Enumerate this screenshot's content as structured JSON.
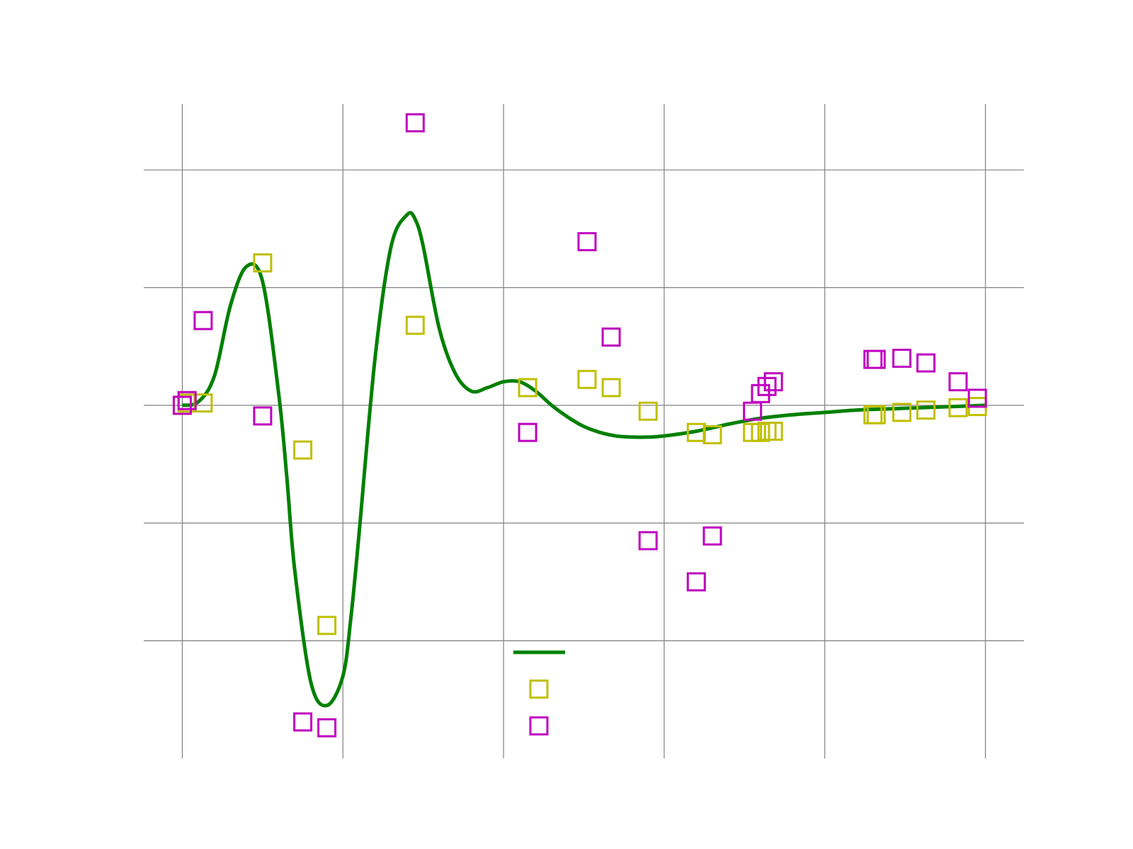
{
  "chart_data": {
    "type": "scatter",
    "title": "",
    "xlabel": "",
    "ylabel": "",
    "xlim": [
      -0.24,
      5.24
    ],
    "ylim": [
      -3.0,
      2.56
    ],
    "x_gridlines": [
      0,
      1,
      2,
      3,
      4,
      5
    ],
    "y_gridlines": [
      -2,
      -1,
      0,
      1,
      2
    ],
    "grid": true,
    "legend_placement": "bottom-center",
    "colors": {
      "curve": "#008000",
      "sample": "#bfbf00",
      "noisy": "#bf00bf",
      "grid": "#808080",
      "background": "#ffffff"
    },
    "series": [
      {
        "kind": "line",
        "x": [
          0.0,
          0.1,
          0.2,
          0.3,
          0.4,
          0.5,
          0.6,
          0.65,
          0.7,
          0.8,
          0.9,
          1.0,
          1.05,
          1.1,
          1.2,
          1.3,
          1.4,
          1.45,
          1.5,
          1.6,
          1.7,
          1.8,
          1.9,
          2.0,
          2.1,
          2.2,
          2.3,
          2.4,
          2.5,
          2.6,
          2.7,
          2.8,
          2.9,
          3.0,
          3.2,
          3.4,
          3.6,
          3.8,
          4.0,
          4.2,
          4.4,
          4.6,
          4.8,
          5.0
        ],
        "y": [
          0.0,
          0.03,
          0.25,
          0.85,
          1.18,
          1.05,
          0.1,
          -0.6,
          -1.4,
          -2.35,
          -2.55,
          -2.3,
          -1.8,
          -1.1,
          0.4,
          1.35,
          1.62,
          1.58,
          1.35,
          0.65,
          0.27,
          0.12,
          0.15,
          0.2,
          0.2,
          0.12,
          0.0,
          -0.1,
          -0.18,
          -0.23,
          -0.26,
          -0.27,
          -0.27,
          -0.26,
          -0.22,
          -0.16,
          -0.11,
          -0.08,
          -0.06,
          -0.04,
          -0.03,
          -0.02,
          -0.01,
          0.0
        ]
      },
      {
        "kind": "markers",
        "x": [
          0.0,
          0.03,
          0.13,
          0.5,
          0.75,
          0.9,
          1.45,
          2.15,
          2.52,
          2.67,
          2.9,
          3.2,
          3.3,
          3.55,
          3.6,
          3.64,
          3.68,
          4.3,
          4.32,
          4.48,
          4.63,
          4.83,
          4.95
        ],
        "y": [
          0.0,
          0.02,
          0.02,
          1.21,
          -0.38,
          -1.87,
          0.68,
          0.15,
          0.22,
          0.15,
          -0.05,
          -0.23,
          -0.25,
          -0.23,
          -0.23,
          -0.22,
          -0.22,
          -0.08,
          -0.08,
          -0.06,
          -0.04,
          -0.02,
          -0.01
        ]
      },
      {
        "kind": "markers",
        "x": [
          0.0,
          0.03,
          0.13,
          0.5,
          0.75,
          0.9,
          1.45,
          2.15,
          2.52,
          2.67,
          2.9,
          3.2,
          3.3,
          3.55,
          3.6,
          3.64,
          3.68,
          4.3,
          4.32,
          4.48,
          4.63,
          4.83,
          4.95
        ],
        "y": [
          0.0,
          0.04,
          0.72,
          -0.09,
          -2.69,
          -2.74,
          2.4,
          -0.23,
          1.39,
          0.58,
          -1.15,
          -1.5,
          -1.11,
          -0.05,
          0.1,
          0.16,
          0.2,
          0.39,
          0.39,
          0.4,
          0.36,
          0.2,
          0.06
        ]
      }
    ]
  }
}
